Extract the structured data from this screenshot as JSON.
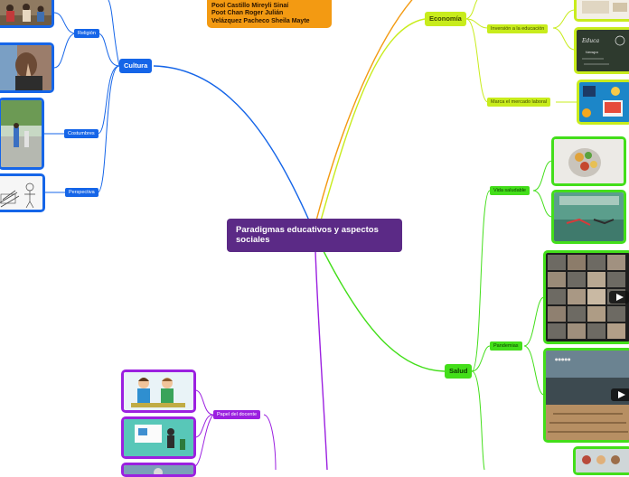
{
  "central": {
    "title": "Paradigmas educativos y aspectos sociales"
  },
  "authors": {
    "lines": [
      "Pool Castillo Mireyli Sinaí",
      "Poot Chan Roger Julián",
      "Velázquez Pacheco Sheila Mayte"
    ]
  },
  "branches": {
    "cultura": {
      "label": "Cultura",
      "color": "#1565e8",
      "children": [
        "Religión",
        "Costumbres",
        "Perspectiva"
      ]
    },
    "economia": {
      "label": "Economía",
      "color": "#c8ec1c",
      "children": [
        "Inversión a la educación",
        "Marca el mercado laboral"
      ]
    },
    "salud": {
      "label": "Salud",
      "color": "#43de1a",
      "children": [
        "Vida saludable",
        "Pandemias"
      ]
    },
    "educacion": {
      "color": "#9b20e0",
      "children": [
        "Papel del docente"
      ]
    }
  },
  "images": {
    "cultura": [
      "people-outdoor-photo",
      "praying-hands-photo",
      "street-scene-photo",
      "drawing-sketch-image"
    ],
    "economia": [
      "top-image",
      "chalkboard-education-photo",
      "education-icons-image"
    ],
    "salud": [
      "healthy-food-photo",
      "gym-exercise-photo",
      "video-call-grid-photo",
      "classroom-video-thumbnail",
      "group-photo"
    ],
    "educacion": [
      "teachers-cartoon-image",
      "teacher-presentation-image",
      "bottom-image"
    ]
  },
  "icons": {
    "video": "play-icon"
  }
}
